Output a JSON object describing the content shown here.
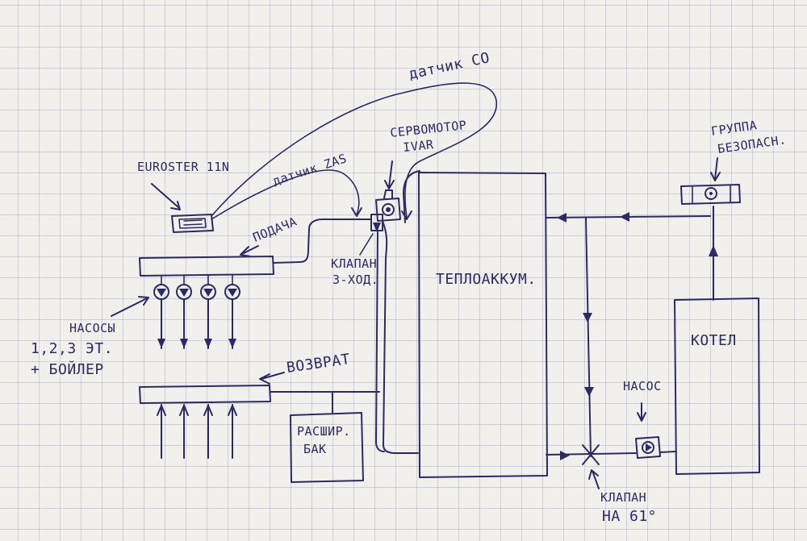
{
  "labels": {
    "euroster": "EUROSTER 11N",
    "co_sensor": "датчик CO",
    "zas_sensor": "датчик ZAS",
    "servo_line1": "СЕРВОМОТОР",
    "servo_line2": "IVAR",
    "supply": "ПОДАЧА",
    "valve3_line1": "КЛАПАН",
    "valve3_line2": "3-ХОД.",
    "pumps_line1": "НАСОСЫ",
    "pumps_line2": "1,2,3 ЭТ.",
    "pumps_line3": "+ БОЙЛЕР",
    "return": "ВОЗВРАТ",
    "exp_tank_line1": "РАСШИР.",
    "exp_tank_line2": "БАК",
    "accumulator": "ТЕПЛОАККУМ.",
    "safety_line1": "ГРУППА",
    "safety_line2": "БЕЗОПАСН.",
    "boiler": "КОТЕЛ",
    "boiler_pump": "НАСОС",
    "valve61_line1": "КЛАПАН",
    "valve61_line2": "НА 61°"
  },
  "colors": {
    "ink": "#2b2a63",
    "paper": "#f2f0ec",
    "grid": "#7882a0"
  }
}
